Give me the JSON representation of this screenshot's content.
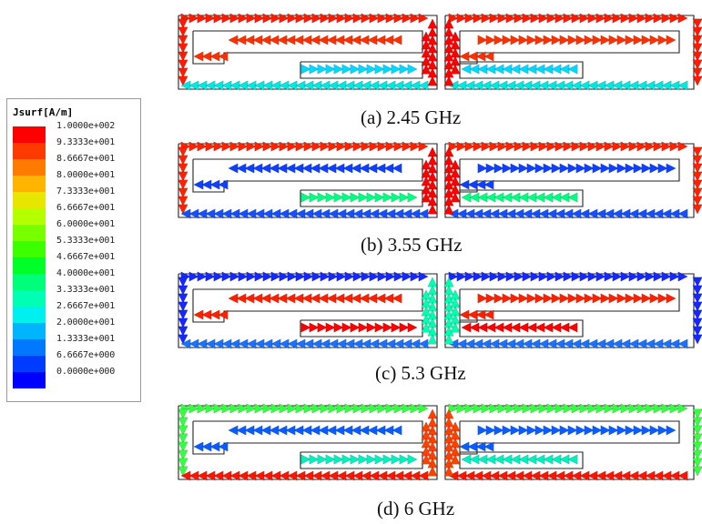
{
  "legend": {
    "title": "Jsurf[A/m]",
    "entries": [
      {
        "value": "1.0000e+002",
        "color": "#ff0000"
      },
      {
        "value": "9.3333e+001",
        "color": "#ff3a00"
      },
      {
        "value": "8.6667e+001",
        "color": "#ff7a00"
      },
      {
        "value": "8.0000e+001",
        "color": "#ffb400"
      },
      {
        "value": "7.3333e+001",
        "color": "#e6e600"
      },
      {
        "value": "6.6667e+001",
        "color": "#b4ff00"
      },
      {
        "value": "6.0000e+001",
        "color": "#78ff00"
      },
      {
        "value": "5.3333e+001",
        "color": "#3cff00"
      },
      {
        "value": "4.6667e+001",
        "color": "#00ff28"
      },
      {
        "value": "4.0000e+001",
        "color": "#00ff78"
      },
      {
        "value": "3.3333e+001",
        "color": "#00ffb4"
      },
      {
        "value": "2.6667e+001",
        "color": "#00f0f0"
      },
      {
        "value": "2.0000e+001",
        "color": "#00b4ff"
      },
      {
        "value": "1.3333e+001",
        "color": "#0078ff"
      },
      {
        "value": "6.6667e+000",
        "color": "#003cff"
      },
      {
        "value": "0.0000e+000",
        "color": "#0000ff"
      }
    ]
  },
  "panels": [
    {
      "caption": "(a) 2.45 GHz",
      "outer": "#ff1a00",
      "inner": "#ff3000",
      "center": "#ff0000",
      "lower": "#00e8e0",
      "accent": "#00d8ff"
    },
    {
      "caption": "(b) 3.55 GHz",
      "outer": "#ff2200",
      "inner": "#1040ff",
      "center": "#ff0000",
      "lower": "#1450ff",
      "accent": "#00ff80"
    },
    {
      "caption": "(c) 5.3 GHz",
      "outer": "#1428ff",
      "inner": "#ff2000",
      "center": "#00ffb0",
      "lower": "#1a70ff",
      "accent": "#ff0000"
    },
    {
      "caption": "(d) 6 GHz",
      "outer": "#34ff40",
      "inner": "#0a5cff",
      "center": "#ff4000",
      "lower": "#ff1400",
      "accent": "#00f0c0"
    }
  ]
}
